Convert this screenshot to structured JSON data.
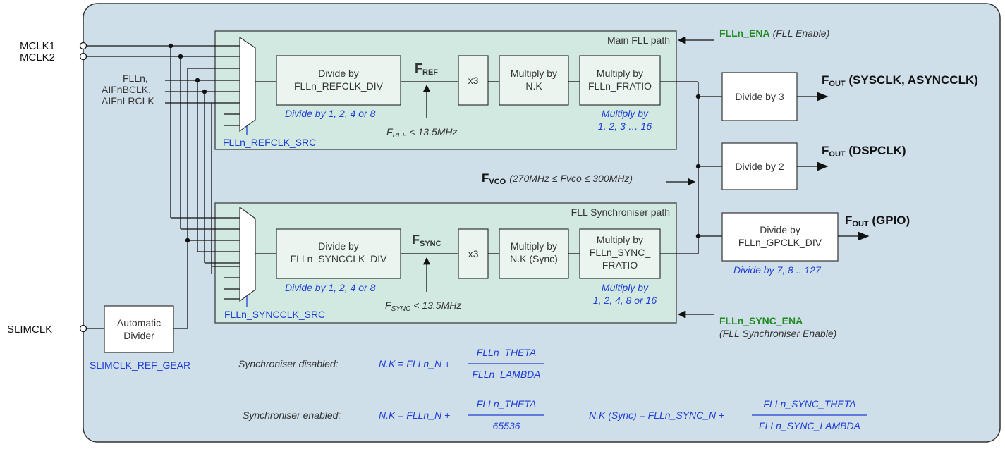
{
  "inputs": {
    "mclk1": "MCLK1",
    "mclk2": "MCLK2",
    "fll_l1": "FLLn,",
    "fll_l2": "AIFnBCLK,",
    "fll_l3": "AIFnLRCLK",
    "slimclk": "SLIMCLK"
  },
  "auto_divider": {
    "l1": "Automatic",
    "l2": "Divider",
    "gear": "SLIMCLK_REF_GEAR"
  },
  "main_path": {
    "title": "Main FLL path",
    "div_l1": "Divide by",
    "div_l2": "FLLn_REFCLK_DIV",
    "div_opts": "Divide by 1, 2, 4 or 8",
    "fref_main": "F",
    "fref_sub": "REF",
    "x3": "x3",
    "mul_l1": "Multiply by",
    "mul_l2": "N.K",
    "fr_l1": "Multiply by",
    "fr_l2": "FLLn_FRATIO",
    "fr_opts1": "Multiply by",
    "fr_opts2": "1, 2, 3 … 16",
    "cond_f": "F",
    "cond_sub": "REF",
    "cond_rest": " < 13.5MHz",
    "src": "FLLn_REFCLK_SRC",
    "ena": "FLLn_ENA",
    "ena_desc": "(FLL Enable)"
  },
  "sync_path": {
    "title": "FLL Synchroniser path",
    "div_l1": "Divide by",
    "div_l2": "FLLn_SYNCCLK_DIV",
    "div_opts": "Divide by 1, 2, 4 or 8",
    "fsync_main": "F",
    "fsync_sub": "SYNC",
    "x3": "x3",
    "mul_l1": "Multiply by",
    "mul_l2": "N.K (Sync)",
    "fr_l1": "Multiply by",
    "fr_l2": "FLLn_SYNC_",
    "fr_l3": "FRATIO",
    "fr_opts1": "Multiply by",
    "fr_opts2": "1, 2, 4, 8 or 16",
    "cond_f": "F",
    "cond_sub": "SYNC",
    "cond_rest": " < 13.5MHz",
    "src": "FLLn_SYNCCLK_SRC",
    "ena": "FLLn_SYNC_ENA",
    "ena_desc": "(FLL Synchroniser Enable)"
  },
  "vco": {
    "f": "F",
    "sub": "VCO",
    "range": "(270MHz ≤ Fvco ≤ 300MHz)"
  },
  "outputs": {
    "div3": "Divide by 3",
    "div2": "Divide by 2",
    "gp_l1": "Divide by",
    "gp_l2": "FLLn_GPCLK_DIV",
    "gp_opts": "Divide by 7, 8 .. 127",
    "fout_f": "F",
    "fout_sub": "OUT",
    "out1": " (SYSCLK, ASYNCCLK)",
    "out2": " (DSPCLK)",
    "out3": " (GPIO)"
  },
  "formulas": {
    "dis_label": "Synchroniser disabled:",
    "dis_lhs": "N.K = FLLn_N +",
    "dis_num": "FLLn_THETA",
    "dis_den": "FLLn_LAMBDA",
    "en_label": "Synchroniser enabled:",
    "en_lhs": "N.K = FLLn_N +",
    "en_num": "FLLn_THETA",
    "en_den": "65536",
    "sync_lhs": "N.K (Sync) = FLLn_SYNC_N +",
    "sync_num": "FLLn_SYNC_THETA",
    "sync_den": "FLLn_SYNC_LAMBDA"
  }
}
